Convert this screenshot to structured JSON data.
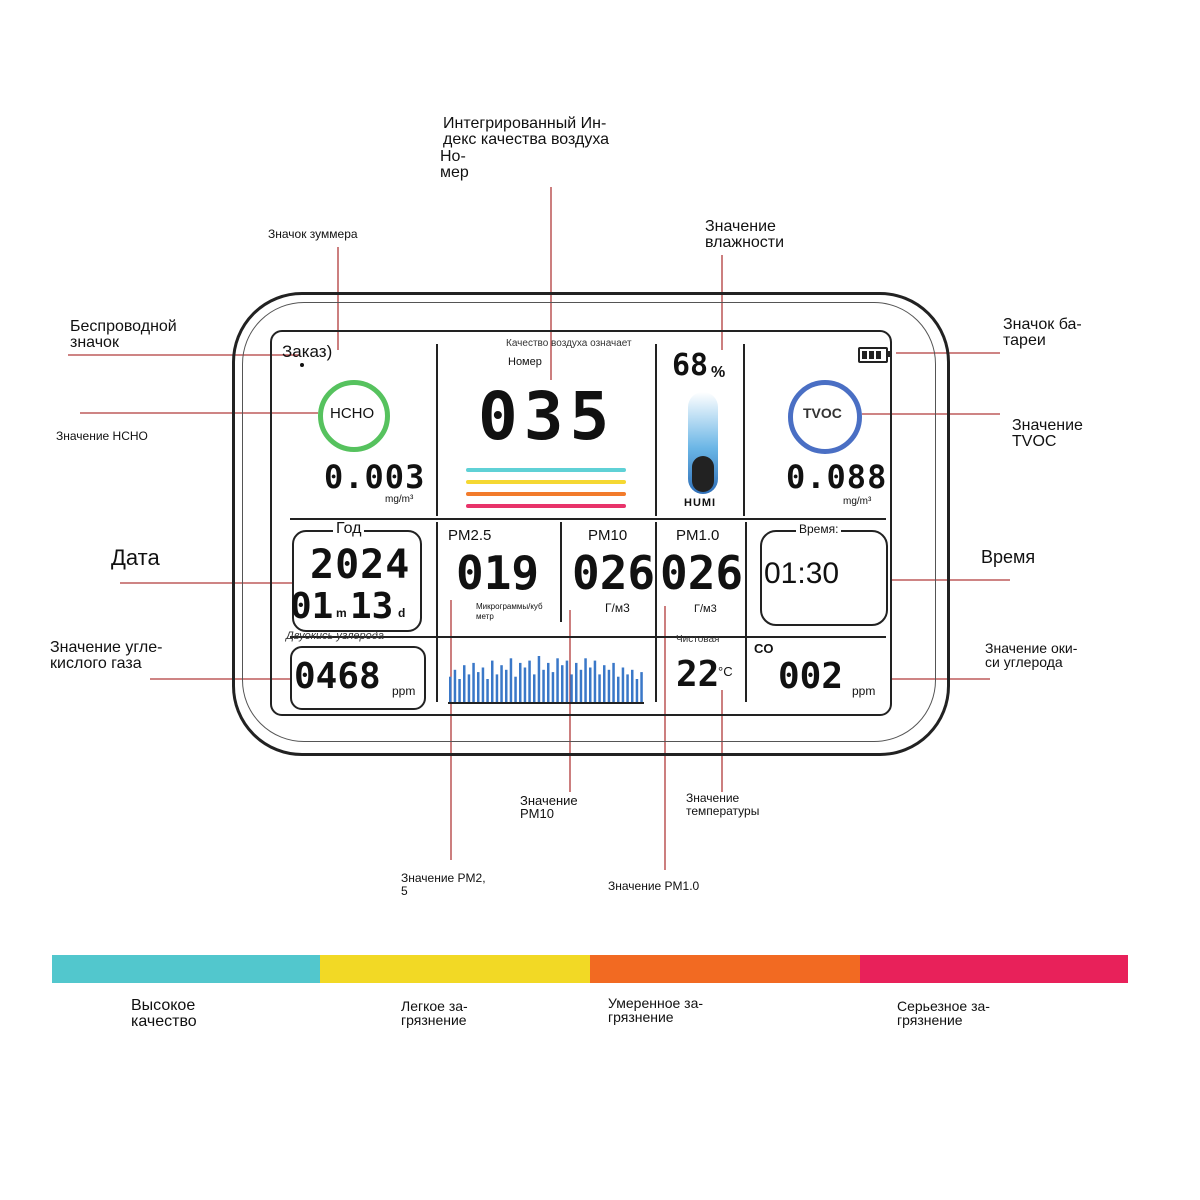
{
  "callouts": {
    "aqi_title": "Интегрированный Ин-\nдекс качества воздуха",
    "aqi_number": "Но-\nмер",
    "buzzer": "Значок зуммера",
    "humidity": "Значение\nвлажности",
    "wireless": "Беспроводной\nзначок",
    "battery": "Значок ба-\nтареи",
    "hcho": "Значение HCHO",
    "tvoc": "Значение\nTVOC",
    "date": "Дата",
    "time": "Время",
    "co2": "Значение угле-\nкислого газа",
    "co": "Значение оки-\nси углерода",
    "pm10": "Значение\nPM10",
    "temperature": "Значение\nтемпературы",
    "pm25": "Значение PM2,\n5",
    "pm1": "Значение PM1.0"
  },
  "screen": {
    "order_label": "Заказ)",
    "aqi_caption": "Качество воздуха означает",
    "aqi_number_label": "Номер",
    "aqi_value": "035",
    "humidity_value": "68",
    "humidity_unit": "%",
    "humi_label": "HUMI",
    "hcho_badge": "HCHO",
    "hcho_value": "0.003",
    "hcho_unit": "mg/m³",
    "tvoc_badge": "TVOC",
    "tvoc_value": "0.088",
    "tvoc_unit": "mg/m³",
    "year_label": "Год",
    "year_value": "2024",
    "month_value": "01",
    "month_unit": "m",
    "day_value": "13",
    "day_unit": "d",
    "pm25_label": "PM2.5",
    "pm25_value": "019",
    "pm25_unit": "Микрограммы/куб\nметр",
    "pm10_label": "PM10",
    "pm10_value": "026",
    "pm10_unit": "Г/м3",
    "pm1_label": "PM1.0",
    "pm1_value": "026",
    "pm1_unit": "Г/м3",
    "time_label": "Время:",
    "time_value": "01:30",
    "co2_label": "Двуокись углерода",
    "co2_value": "0468",
    "co2_unit": "ppm",
    "temp_label": "Чистовая",
    "temp_value": "22",
    "temp_unit": "°C",
    "co_label": "CO",
    "co_value": "002",
    "co_unit": "ppm"
  },
  "legend": [
    {
      "label": "Высокое\nкачество",
      "color": "#52c7cd"
    },
    {
      "label": "Легкое за-\nгрязнение",
      "color": "#f2d925"
    },
    {
      "label": "Умеренное за-\nгрязнение",
      "color": "#f26a22"
    },
    {
      "label": "Серьезное за-\nгрязнение",
      "color": "#e8215a"
    }
  ],
  "colors": {
    "aqi_stripes": [
      "#5fd1d6",
      "#f5d832",
      "#f27b2b",
      "#e8336a"
    ],
    "hcho_ring": "#56c25e",
    "tvoc_ring": "#4a6fc4",
    "humidity_gauge": "#6bb6e6"
  },
  "bar_chart_series": [
    0.55,
    0.7,
    0.5,
    0.8,
    0.6,
    0.85,
    0.65,
    0.75,
    0.5,
    0.9,
    0.6,
    0.8,
    0.7,
    0.95,
    0.55,
    0.85,
    0.75,
    0.9,
    0.6,
    1.0,
    0.7,
    0.85,
    0.65,
    0.95,
    0.8,
    0.9,
    0.6,
    0.85,
    0.7,
    0.95,
    0.75,
    0.9,
    0.6,
    0.8,
    0.7,
    0.85,
    0.55,
    0.75,
    0.6,
    0.7,
    0.5,
    0.65
  ]
}
